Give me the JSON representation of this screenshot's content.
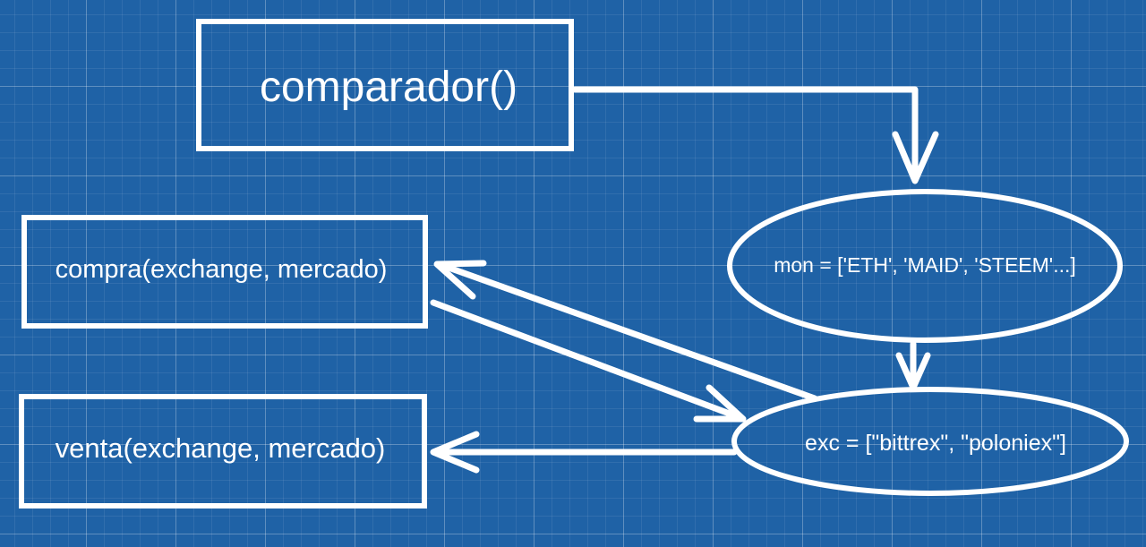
{
  "diagram": {
    "nodes": {
      "comparador": {
        "label": "comparador()"
      },
      "mon": {
        "label": "mon = ['ETH', 'MAID', 'STEEM'...]"
      },
      "exc": {
        "label": "exc = [\"bittrex\", \"poloniex\"]"
      },
      "compra": {
        "label": "compra(exchange, mercado)"
      },
      "venta": {
        "label": "venta(exchange, mercado)"
      }
    }
  }
}
